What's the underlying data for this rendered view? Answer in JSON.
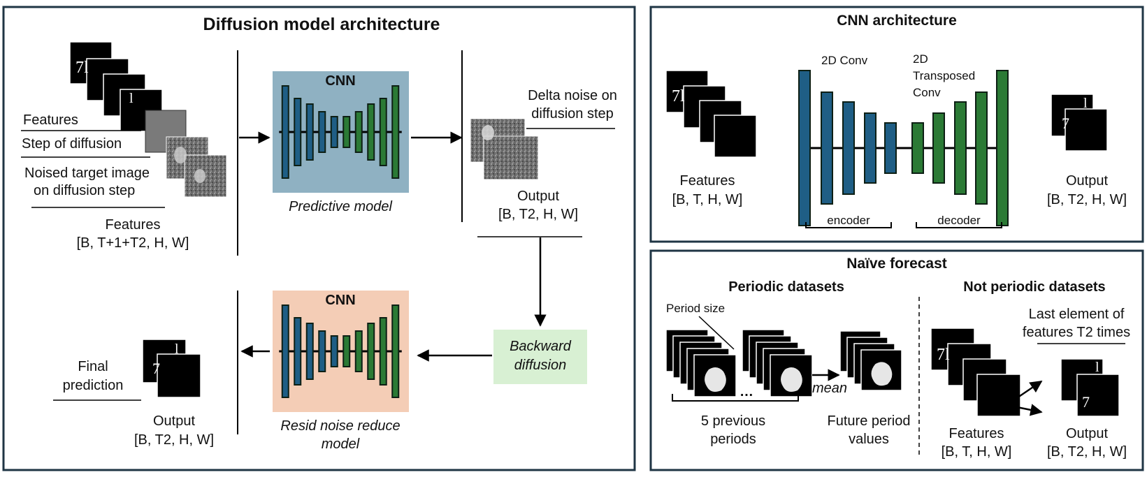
{
  "colors": {
    "panel_border": "#1f3544",
    "cnn_box_blue": "#8fb1c2",
    "cnn_box_peach": "#f4cdb6",
    "backward_box": "#d8f0d3",
    "encoder_bar": "#1f5e85",
    "decoder_bar": "#2b7a35",
    "bar_outline": "#0d1f14",
    "image_black": "#000000",
    "noise_gray": "#707070"
  },
  "diffusion": {
    "title": "Diffusion model  architecture",
    "input_labels": {
      "features": "Features",
      "step": "Step of diffusion",
      "noised_line1": "Noised target image",
      "noised_line2": "on diffusion step",
      "dims_label": "Features",
      "dims_value": "[B, T+1+T2, H, W]"
    },
    "predictive": {
      "box_title": "CNN",
      "caption": "Predictive model"
    },
    "output": {
      "delta_line1": "Delta noise on",
      "delta_line2": "diffusion step",
      "label": "Output",
      "dims": "[B, T2, H, W]"
    },
    "backward": {
      "line1": "Backward",
      "line2": "diffusion"
    },
    "resid": {
      "box_title": "CNN",
      "caption_line1": "Resid noise reduce",
      "caption_line2": "model"
    },
    "final": {
      "line1": "Final",
      "line2": "prediction",
      "label": "Output",
      "dims": "[B, T2, H, W]"
    }
  },
  "cnn": {
    "title": "CNN architecture",
    "conv_label": "2D Conv",
    "tconv_line1": "2D",
    "tconv_line2": "Transposed",
    "tconv_line3": "Conv",
    "encoder": "encoder",
    "decoder": "decoder",
    "input_label": "Features",
    "input_dims": "[B, T, H, W]",
    "output_label": "Output",
    "output_dims": "[B, T2, H, W]"
  },
  "naive": {
    "title": "Naïve forecast",
    "periodic": {
      "heading": "Periodic datasets",
      "period_size": "Period size",
      "ellipsis": "…",
      "mean": "mean",
      "prev_line1": "5 previous",
      "prev_line2": "periods",
      "future_line1": "Future period",
      "future_line2": "values"
    },
    "not_periodic": {
      "heading": "Not periodic datasets",
      "last_line1": "Last element of",
      "last_line2": "features T2 times",
      "features_label": "Features",
      "features_dims": "[B, T, H, W]",
      "output_label": "Output",
      "output_dims": "[B, T2, H, W]"
    }
  }
}
